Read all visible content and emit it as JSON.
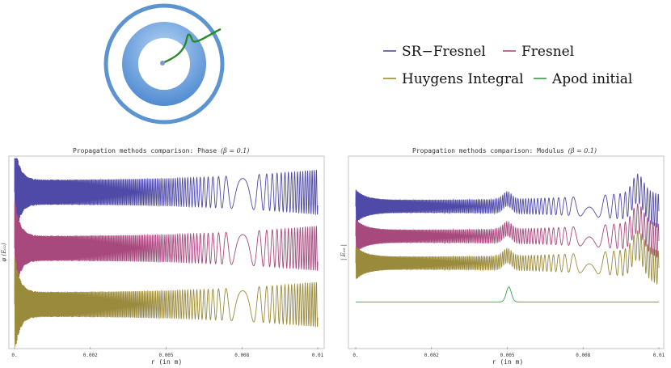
{
  "legend": [
    {
      "label": "SR−Fresnel",
      "color": "#4f4aa8"
    },
    {
      "label": "Fresnel",
      "color": "#a8497e"
    },
    {
      "label": "Huygens Integral",
      "color": "#9a8a3c"
    },
    {
      "label": "Apod initial",
      "color": "#3d9a4d"
    }
  ],
  "colors": {
    "ring_outer": "#5b94d1",
    "ring_inner_light": "#a5c9f2",
    "ring_inner_dark": "#4a86cf",
    "path": "#2a8a2a",
    "center_dot": "#7a9cc8"
  },
  "chart_data": [
    {
      "type": "line",
      "title_prefix": "Propagation methods comparison: Phase ",
      "title_math": "(β = 0.1)",
      "xlabel": "r (in m)",
      "ylabel": "φ (E₀₂)",
      "xlim": [
        0,
        0.01
      ],
      "xticks": [
        {
          "value": 0.0,
          "label": "0."
        },
        {
          "value": 0.0025,
          "label": "0.002"
        },
        {
          "value": 0.005,
          "label": "0.005"
        },
        {
          "value": 0.0075,
          "label": "0.008"
        },
        {
          "value": 0.01,
          "label": "0.01"
        }
      ],
      "series": [
        {
          "name": "SR−Fresnel",
          "color": "#4f4aa8",
          "offset": 2.0,
          "kind": "phase"
        },
        {
          "name": "Fresnel",
          "color": "#a8497e",
          "offset": 0.0,
          "kind": "phase"
        },
        {
          "name": "Huygens Integral",
          "color": "#9a8a3c",
          "offset": -2.0,
          "kind": "phase"
        }
      ],
      "ylim": [
        -3.4,
        3.2
      ]
    },
    {
      "type": "line",
      "title_prefix": "Propagation methods comparison: Modulus ",
      "title_math": "(β = 0.1)",
      "xlabel": "r (in m)",
      "ylabel": "| E₀₂ |",
      "xlim": [
        0,
        0.01
      ],
      "xticks": [
        {
          "value": 0.0,
          "label": "0."
        },
        {
          "value": 0.0025,
          "label": "0.002"
        },
        {
          "value": 0.005,
          "label": "0.005"
        },
        {
          "value": 0.0075,
          "label": "0.008"
        },
        {
          "value": 0.01,
          "label": "0.01"
        }
      ],
      "series": [
        {
          "name": "SR−Fresnel",
          "color": "#4f4aa8",
          "offset": 2.2,
          "kind": "modulus"
        },
        {
          "name": "Fresnel",
          "color": "#a8497e",
          "offset": 1.2,
          "kind": "modulus"
        },
        {
          "name": "Huygens Integral",
          "color": "#9a8a3c",
          "offset": 0.3,
          "kind": "modulus"
        },
        {
          "name": "Apod initial",
          "color": "#3d9a4d",
          "offset": -1.0,
          "kind": "gauss"
        }
      ],
      "ylim": [
        -2.4,
        3.8
      ]
    }
  ]
}
